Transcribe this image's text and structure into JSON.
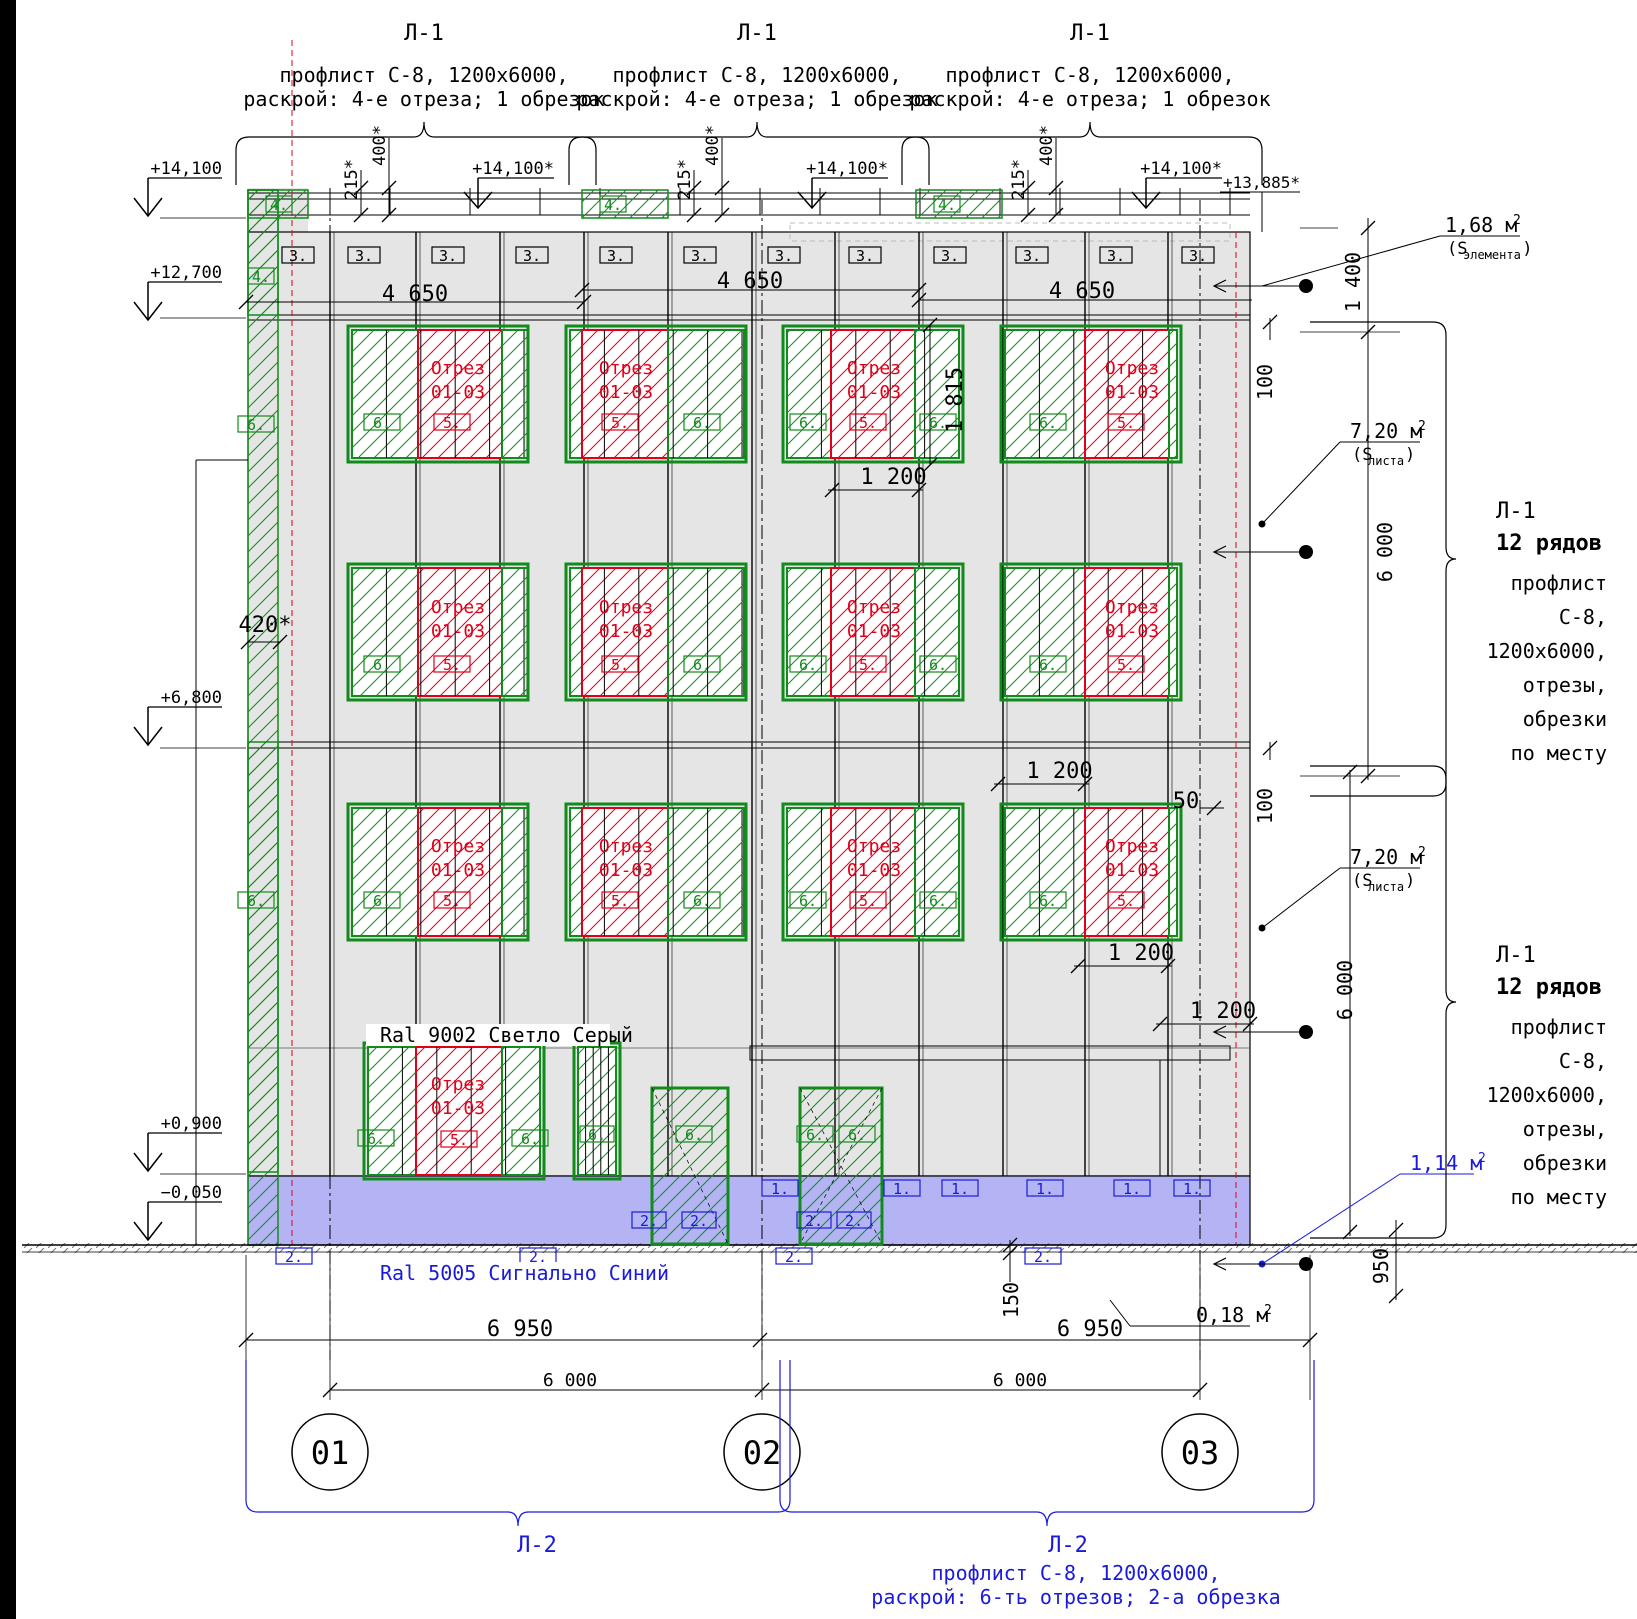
{
  "top_sheets": [
    {
      "code": "Л-1",
      "line1": "профлист С-8,  1200х6000,",
      "line2": "раскрой: 4-е отреза; 1 обрезок"
    },
    {
      "code": "Л-1",
      "line1": "профлист С-8,  1200х6000,",
      "line2": "раскрой: 4-е отреза; 1 обрезок"
    },
    {
      "code": "Л-1",
      "line1": "профлист С-8,  1200х6000,",
      "line2": "раскрой: 4-е отреза; 1 обрезок"
    }
  ],
  "level_marks": [
    "+14,100",
    "+12,700",
    "+6,800",
    "+0,900",
    "−0,050"
  ],
  "top_marks": {
    "m1": "+14,100*",
    "m2": "+14,100*",
    "m3": "+14,100*",
    "m4": "+13,885*",
    "d400": "400*",
    "d215": "215*"
  },
  "dimensions": {
    "d4650": "4 650",
    "d1815": "1 815",
    "d1200": "1 200",
    "d420": "420*",
    "d100": "100",
    "d50": "50",
    "d1400": "1 400",
    "d6000v": "6 000",
    "d950": "950",
    "d150": "150",
    "d6950": "6 950",
    "d6000": "6 000"
  },
  "areas": {
    "elem_value": "1,68 м",
    "elem_sub": "(S",
    "elem_subscript": "элемента",
    "sheet_value": "7,20 м",
    "sheet_sub": "(S",
    "sheet_subscript": "листа",
    "blue_value": "1,14 м",
    "small_value": "0,18 м",
    "sup": "2",
    "close": ")"
  },
  "cut_label": {
    "line1": "Отрез",
    "line2": "01-03"
  },
  "tags": {
    "t1": "1.",
    "t2": "2.",
    "t3": "3.",
    "t4": "4.",
    "t5": "5.",
    "t6": "6."
  },
  "right_notes": [
    {
      "code": "Л-1",
      "rows": "12 рядов",
      "lines": [
        "профлист",
        "С-8,",
        "1200х6000,",
        "отрезы,",
        "обрезки",
        "по месту"
      ]
    },
    {
      "code": "Л-1",
      "rows": "12 рядов",
      "lines": [
        "профлист",
        "С-8,",
        "1200х6000,",
        "отрезы,",
        "обрезки",
        "по месту"
      ]
    }
  ],
  "colors_text": {
    "light": "Ral 9002 Светло Серый",
    "blue": "Ral 5005 Сигнально Синий"
  },
  "axes": [
    "01",
    "02",
    "03"
  ],
  "bottom_sheets": {
    "left_code": "Л-2",
    "right_code": "Л-2",
    "line1": "профлист С-8,  1200х6000,",
    "line2": "раскрой: 6-ть отрезов; 2-а обрезка"
  },
  "colors": {
    "green": "#118c1c",
    "red": "#e0001a",
    "blue": "#1a1adc",
    "facade": "#e5e5e5",
    "plinth": "#b4b4f5"
  }
}
